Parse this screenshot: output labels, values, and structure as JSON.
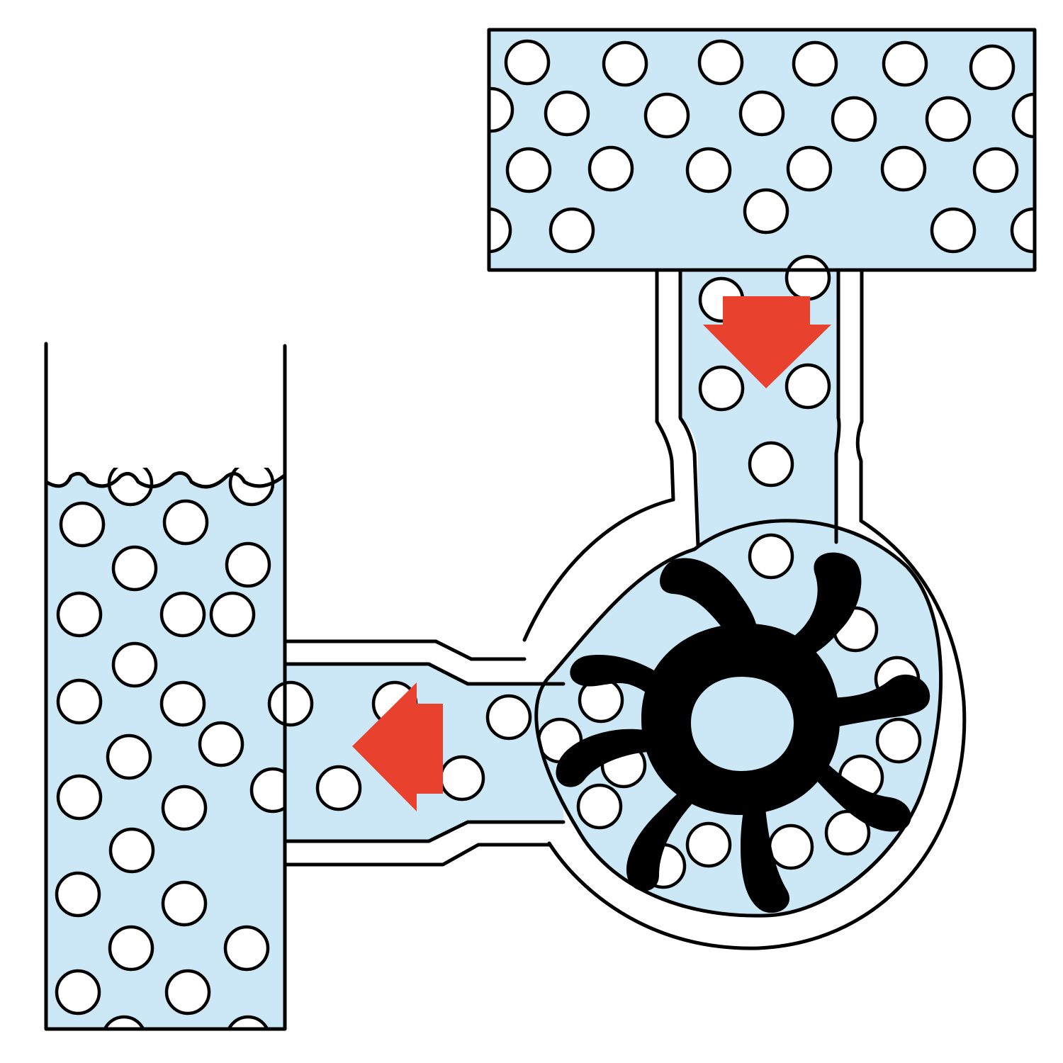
{
  "diagram": {
    "colors": {
      "fluid": "#cce8f6",
      "ink": "#000000",
      "bubble": "#ffffff",
      "arrow": "#e8422f",
      "background": "#ffffff"
    },
    "parts": [
      "top-supply-tank",
      "inlet-pipe",
      "pump-casing",
      "flexible-impeller",
      "outlet-pipe",
      "receiving-tank"
    ],
    "flow_arrows": [
      {
        "name": "inlet-flow-arrow",
        "direction": "down"
      },
      {
        "name": "outlet-flow-arrow",
        "direction": "left"
      }
    ],
    "impeller_vanes": 8
  }
}
